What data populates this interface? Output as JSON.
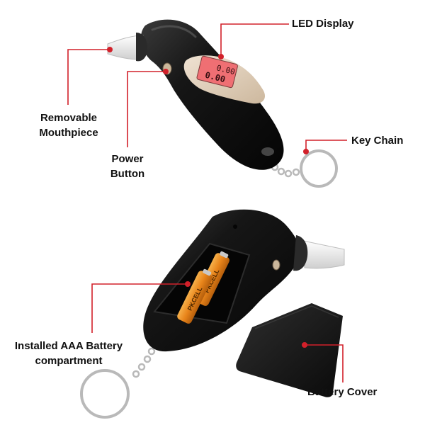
{
  "labels": {
    "led_display": "LED Display",
    "mouthpiece": [
      "Removable",
      "Mouthpiece"
    ],
    "power_button": [
      "Power",
      "Button"
    ],
    "key_chain": "Key Chain",
    "battery_compartment": [
      "Installed AAA Battery",
      "compartment"
    ],
    "battery_cover": "Battery Cover"
  },
  "display_readings": [
    "0.00",
    "0.00"
  ],
  "battery_brand": "PKCELL",
  "colors": {
    "callout": "#d2202a",
    "device_body": "#141414",
    "display_bezel": "#e3d2bd",
    "display_screen": "#ef6f73",
    "battery": "#e88a1f",
    "battery_cap": "#c8c8c8",
    "mouthpiece": "#f2f2f2",
    "ring": "#b9b9b9"
  }
}
